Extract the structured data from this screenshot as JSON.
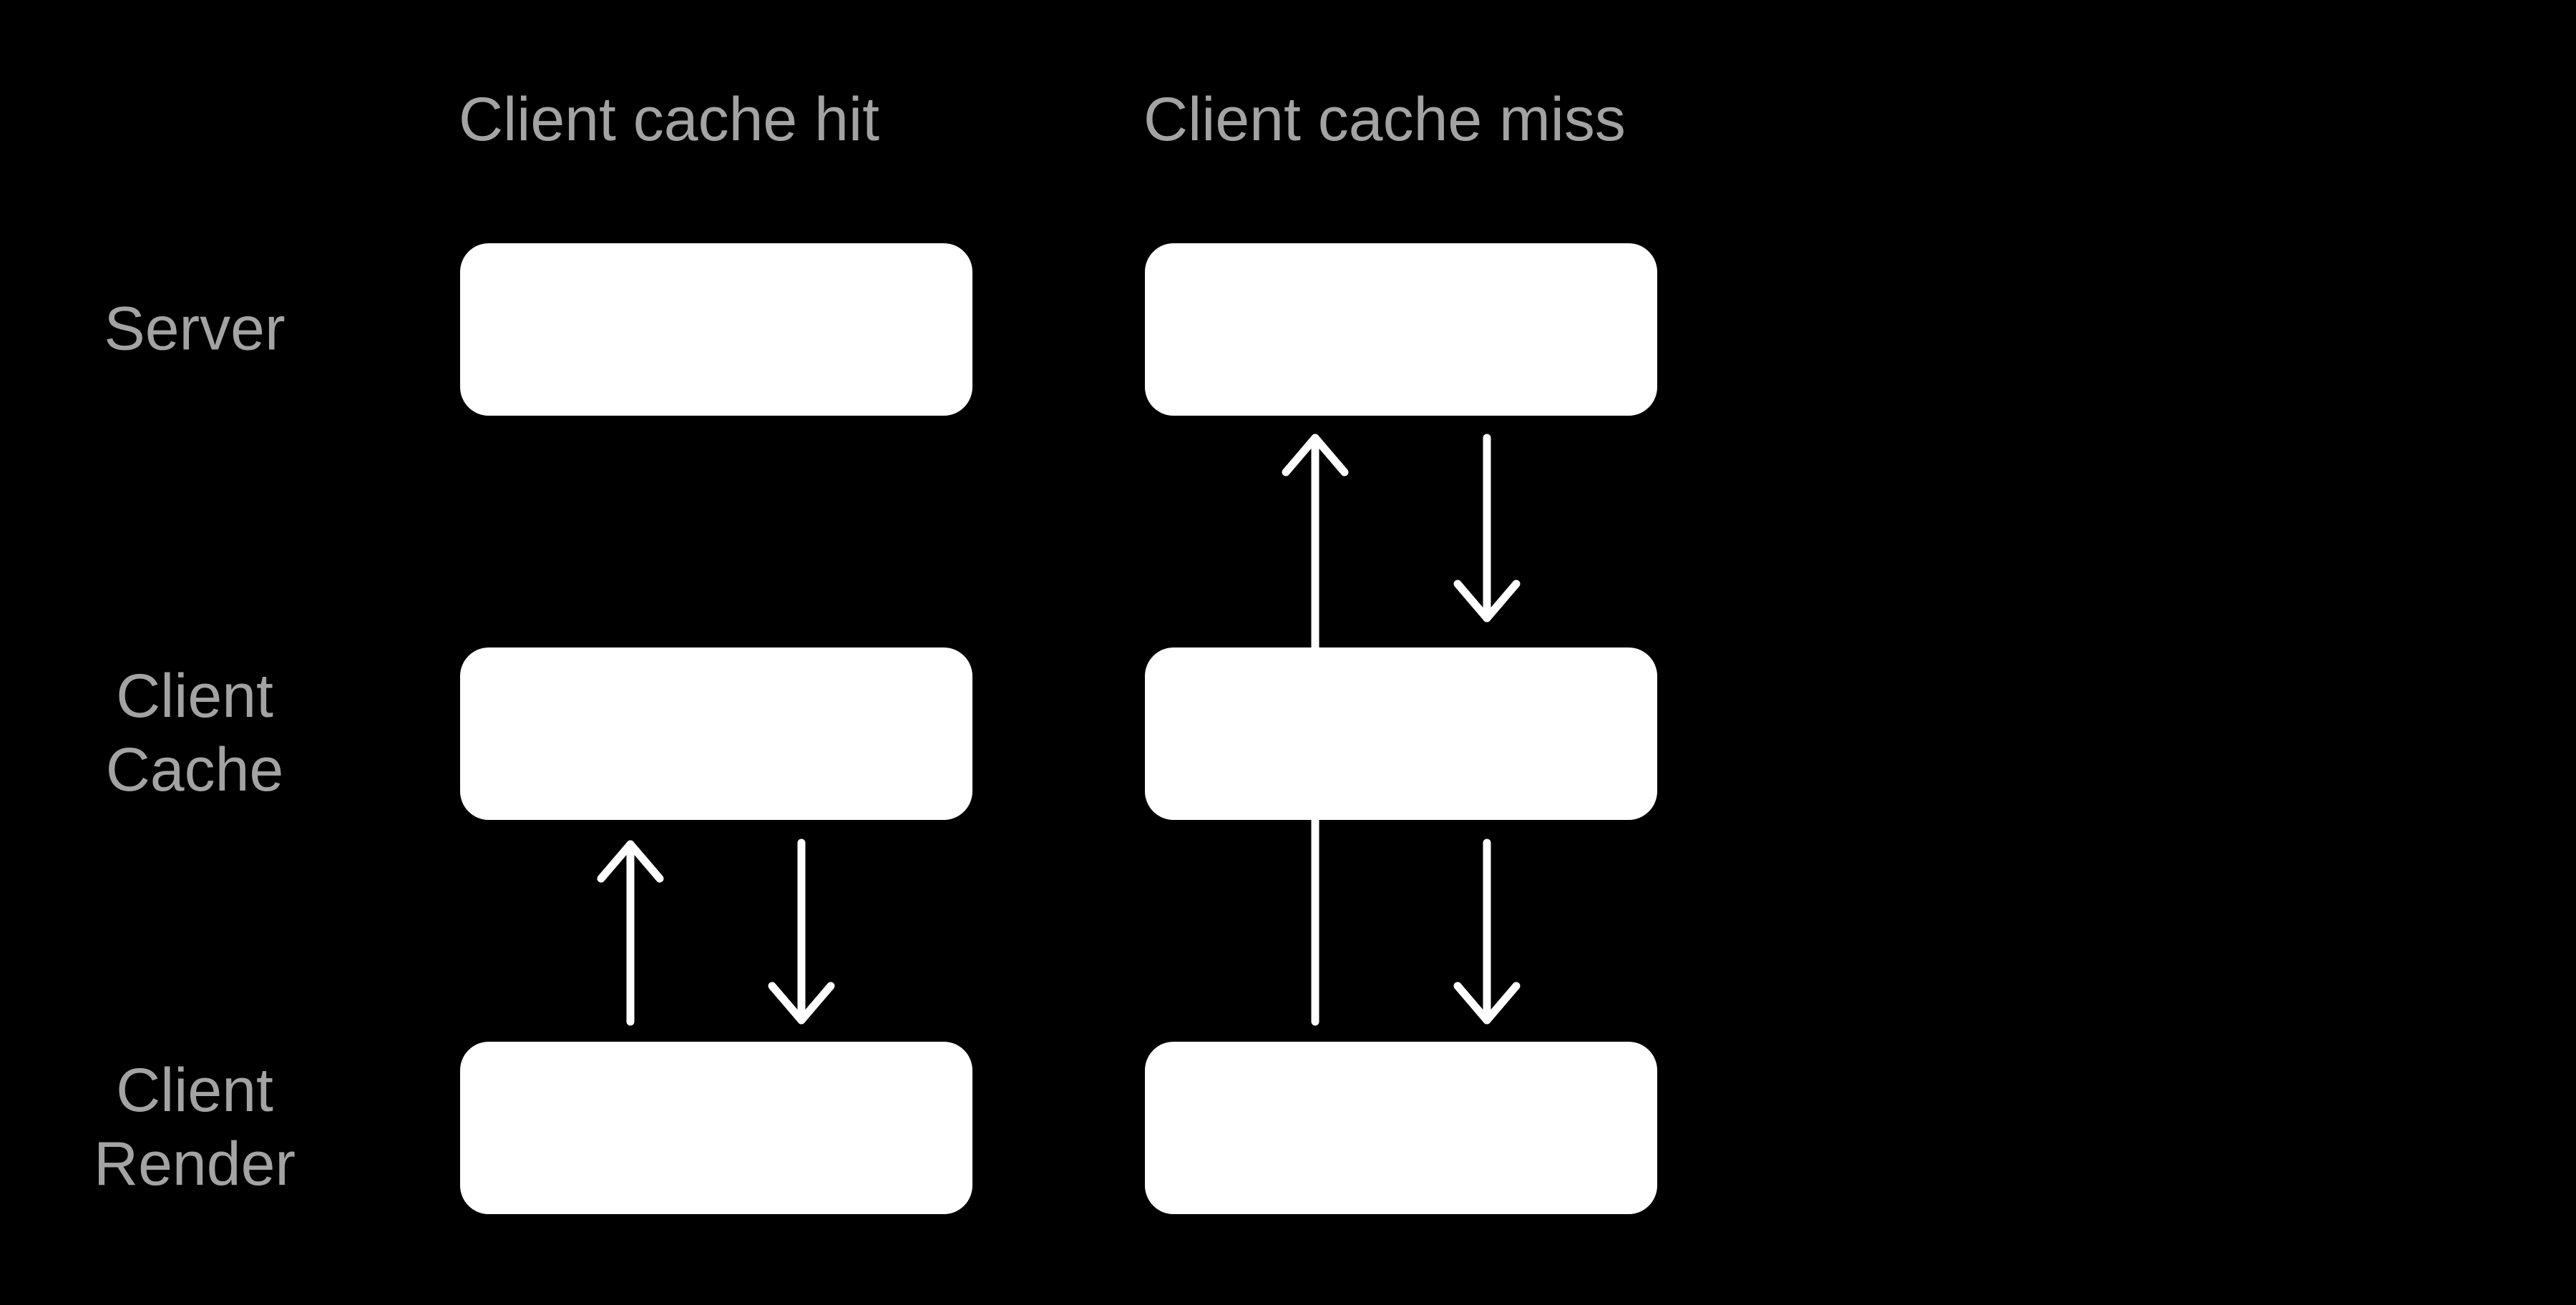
{
  "colors": {
    "bg": "#000000",
    "box": "#ffffff",
    "arrow": "#ffffff",
    "text": "#a3a3a3"
  },
  "columns": [
    {
      "key": "hit",
      "header": "Client cache hit"
    },
    {
      "key": "miss",
      "header": "Client cache miss"
    }
  ],
  "rows": [
    {
      "key": "server",
      "label_lines": [
        "Server"
      ]
    },
    {
      "key": "client-cache",
      "label_lines": [
        "Client",
        "Cache"
      ]
    },
    {
      "key": "client-render",
      "label_lines": [
        "Client",
        "Render"
      ]
    }
  ],
  "arrows": [
    {
      "name": "hit-render-to-cache-up",
      "column": "hit",
      "direction": "up",
      "from": "client-render",
      "to": "client-cache"
    },
    {
      "name": "hit-cache-to-render-down",
      "column": "hit",
      "direction": "down",
      "from": "client-cache",
      "to": "client-render"
    },
    {
      "name": "miss-render-to-server-up",
      "column": "miss",
      "direction": "up",
      "from": "client-render",
      "to": "server"
    },
    {
      "name": "miss-server-to-cache-down",
      "column": "miss",
      "direction": "down",
      "from": "server",
      "to": "client-cache"
    },
    {
      "name": "miss-cache-to-render-down",
      "column": "miss",
      "direction": "down",
      "from": "client-cache",
      "to": "client-render"
    }
  ]
}
